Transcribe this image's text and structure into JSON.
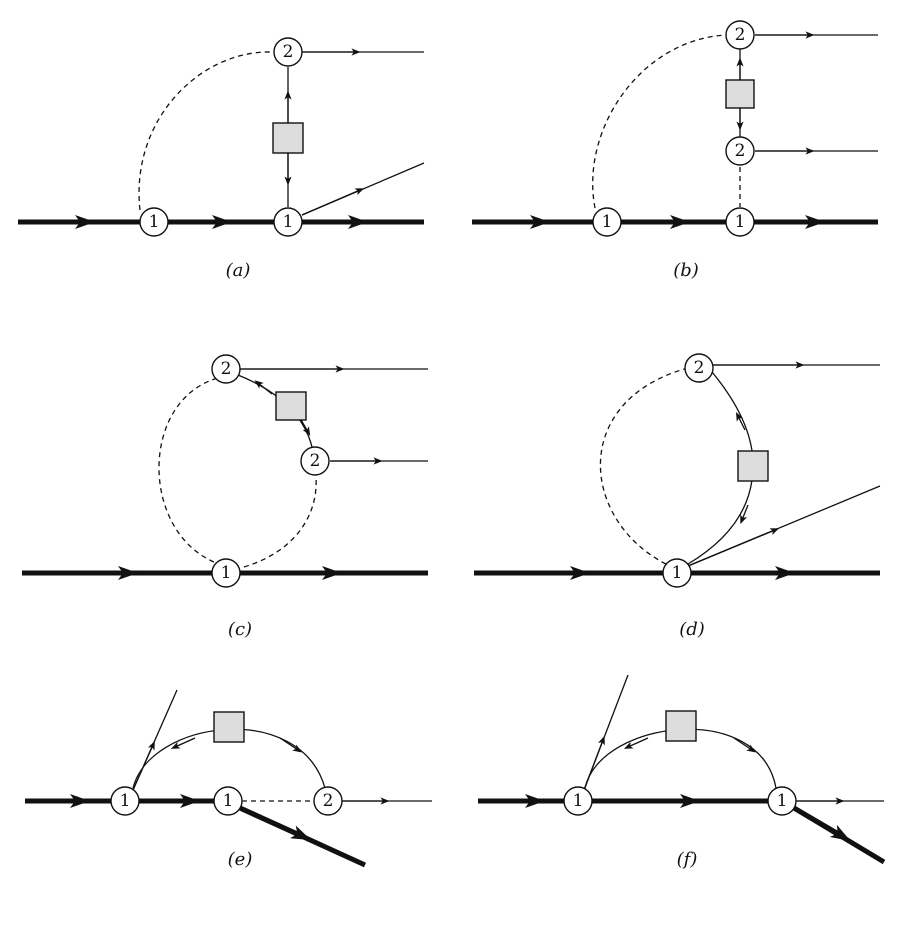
{
  "diagrams": [
    {
      "id": "a",
      "caption": "(a)",
      "vertices": [
        "1",
        "1",
        "2"
      ]
    },
    {
      "id": "b",
      "caption": "(b)",
      "vertices": [
        "1",
        "1",
        "2",
        "2"
      ]
    },
    {
      "id": "c",
      "caption": "(c)",
      "vertices": [
        "1",
        "2",
        "2"
      ]
    },
    {
      "id": "d",
      "caption": "(d)",
      "vertices": [
        "1",
        "2"
      ]
    },
    {
      "id": "e",
      "caption": "(e)",
      "vertices": [
        "1",
        "1",
        "2"
      ]
    },
    {
      "id": "f",
      "caption": "(f)",
      "vertices": [
        "1",
        "1"
      ]
    }
  ]
}
